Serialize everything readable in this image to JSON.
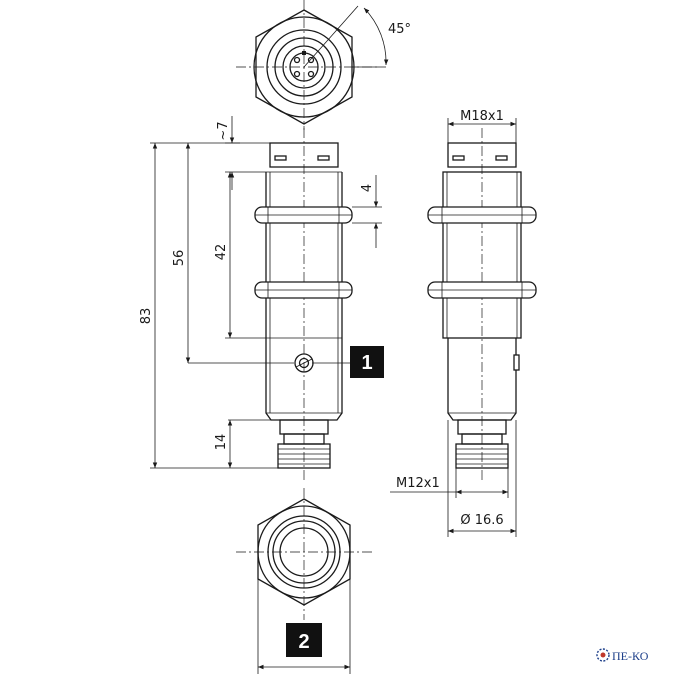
{
  "drawing": {
    "dimensions": {
      "approx_7": "~7",
      "d4": "4",
      "d42": "42",
      "d56": "56",
      "d83": "83",
      "d14": "14",
      "thread_body": "M18x1",
      "thread_connector": "M12x1",
      "diameter": "Ø 16.6",
      "angle": "45°"
    },
    "callouts": [
      "1",
      "2"
    ],
    "watermark": "ПЕ-КО"
  },
  "colors": {
    "line": "#1a1a1a",
    "badge": "#111111",
    "logo": "#1d3f8a",
    "background": "#ffffff"
  }
}
